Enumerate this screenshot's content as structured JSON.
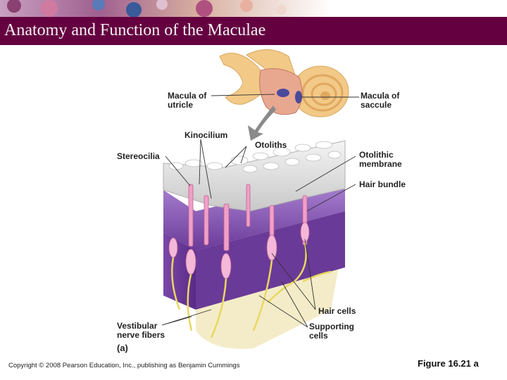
{
  "slide": {
    "title": "Anatomy and Function of the Maculae",
    "copyright": "Copyright © 2008 Pearson Education, Inc., publishing as Benjamin Cummings",
    "figure_number": "Figure 16.21 a"
  },
  "labels": {
    "macula_utricle": [
      "Macula of",
      "utricle"
    ],
    "macula_saccule": [
      "Macula of",
      "saccule"
    ],
    "kinocilium": "Kinocilium",
    "stereocilia": "Stereocilia",
    "otoliths": "Otoliths",
    "otolithic_membrane": [
      "Otolithic",
      "membrane"
    ],
    "hair_bundle": "Hair bundle",
    "hair_cells": "Hair cells",
    "supporting_cells": [
      "Supporting",
      "cells"
    ],
    "vestibular_nerve_fibers": [
      "Vestibular",
      "nerve fibers"
    ],
    "panel": "(a)"
  },
  "colors": {
    "title_bar": "#650040",
    "tissue_purple": "#8a5ab8",
    "hair_cell_pink": "#e8a0c8",
    "nerve_yellow": "#e8d860",
    "ear_tan": "#f2c987"
  }
}
